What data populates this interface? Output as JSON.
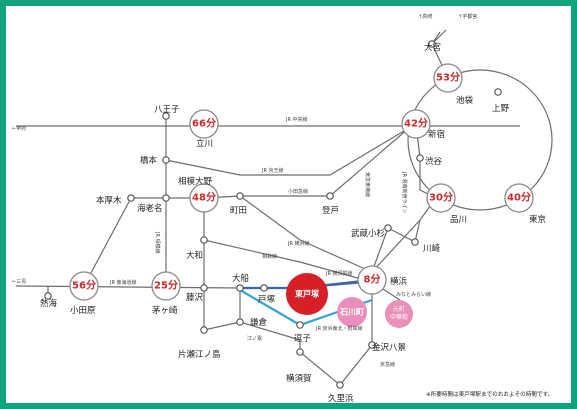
{
  "colors": {
    "frame": "#10a37f",
    "line": "#6d6d6d",
    "time": "#cc2a2a",
    "highlight_station": "#d61f26",
    "pink_station": "#e98fba",
    "yokosuka_line": "#3a63b3",
    "keikyu_line": "#33a3d6"
  },
  "times": {
    "omiya_ikebukuro": "53分",
    "tachikawa": "66分",
    "shinjuku": "42分",
    "sagamiono": "48分",
    "shinagawa": "30分",
    "tokyo": "40分",
    "odawara": "56分",
    "chigasaki": "25分",
    "yokohama": "8分"
  },
  "stations": {
    "omiya": "大宮",
    "ikebukuro": "池袋",
    "ueno": "上野",
    "hachioji": "八王子",
    "tachikawa": "立川",
    "shinjuku": "新宿",
    "shibuya": "渋谷",
    "hashimoto": "橋本",
    "sagamiono": "相模大野",
    "honatsugi": "本厚木",
    "ebina": "海老名",
    "machida": "町田",
    "noborito": "登戸",
    "musashikosugi": "武蔵小杉",
    "shinagawa": "品川",
    "tokyo": "東京",
    "kawasaki": "川崎",
    "yamato": "大和",
    "atami": "熱海",
    "odawara": "小田原",
    "chigasaki": "茅ヶ崎",
    "fujisawa": "藤沢",
    "ofuna": "大船",
    "totsuka": "戸塚",
    "yokohama": "横浜",
    "higashitotsuka": "東戸塚",
    "ishikawacho": "石川町",
    "motomachi": "元町\n中華街",
    "kamakura": "鎌倉",
    "zushi": "逗子",
    "katasenoshima": "片瀬江ノ島",
    "yokosuka": "横須賀",
    "kurihama": "久里浜",
    "kanazawahakkei": "金沢八景"
  },
  "directions": {
    "takasaki": "↑高崎",
    "utsunomiya": "↑宇都宮",
    "kofu": "←甲府",
    "mishima": "←三島"
  },
  "lines": {
    "chuo": "JR 中央線",
    "keio": "JR 京王線",
    "odakyu": "小田急線",
    "tokaido_jr": "JR 東海道線",
    "yokohama_line": "JR 横浜線",
    "sagami": "相鉄線",
    "sagamiline": "JR 相模線",
    "enoden": "江ノ電",
    "tokyu": "東急東横線",
    "shonan": "JR 湘南新宿ライン",
    "yokosuka_line": "JR 横須賀線",
    "keikyu": "JR 京浜東北・根岸線",
    "minatomirai": "みなとみらい線",
    "keikyu_main": "京急線"
  },
  "highlight": {
    "higashitotsuka": "東戸塚"
  },
  "note": "※所要時間は東戸塚駅までのおおよその時間です。"
}
